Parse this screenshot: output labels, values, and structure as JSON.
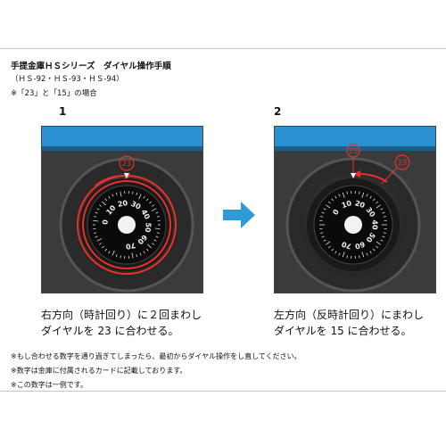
{
  "header": {
    "title": "手提金庫ＨＳシリーズ　ダイヤル操作手順",
    "models": "（ＨＳ-92・ＨＳ-93・ＨＳ-94）",
    "example": "※「23」と「15」の場合"
  },
  "steps": [
    {
      "number": "1",
      "target": "23",
      "caption_line1": "右方向（時計回り）に２回まわし",
      "caption_line2": "ダイヤルを 23 に合わせる。",
      "dial_labels": [
        "0",
        "10",
        "20",
        "30",
        "40",
        "50",
        "60",
        "70"
      ]
    },
    {
      "number": "2",
      "target": "15",
      "caption_line1": "左方向（反時計回り）にまわし",
      "caption_line2": "ダイヤルを 15 に合わせる。",
      "dial_labels": [
        "0",
        "10",
        "20",
        "30",
        "40",
        "50",
        "60",
        "70"
      ]
    }
  ],
  "notes": [
    "※もし合わせる数字を通り過ぎてしまったら、最初からダイヤル操作をし直してください。",
    "※数字は金庫に付属されるカードに記載しております。",
    "※この数字は一例です。"
  ],
  "colors": {
    "accent_red": "#e8312a",
    "safe_blue": "#2a90cf",
    "arrow_blue": "#2d9bd8"
  }
}
